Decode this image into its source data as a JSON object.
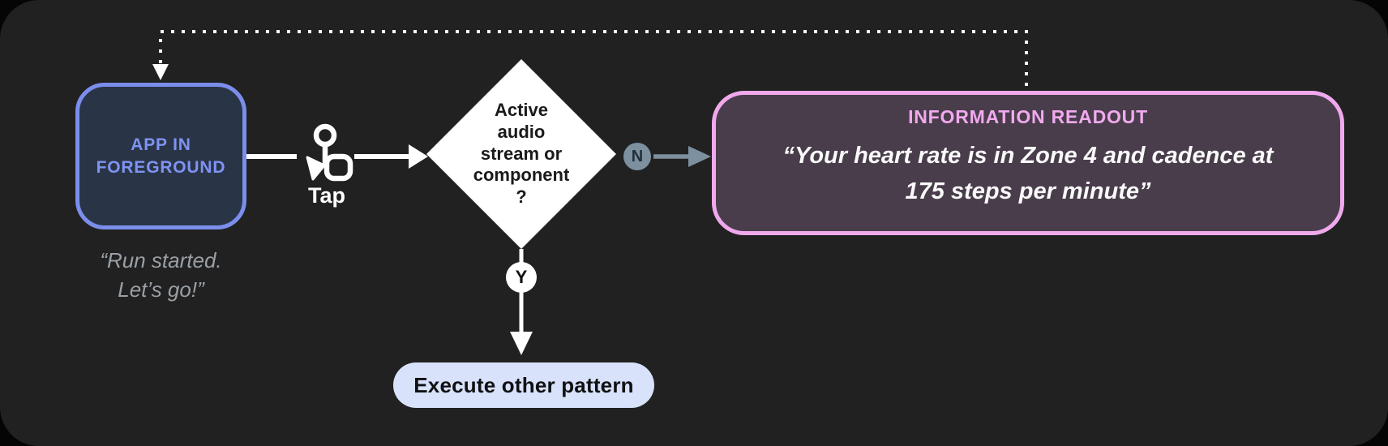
{
  "colors": {
    "page_bg": "#050505",
    "card_bg": "#212121",
    "blue_node_border": "#7B8EEB",
    "blue_node_fill": "#2A3447",
    "blue_node_text": "#7E93F2",
    "caption_text": "#9AA0A6",
    "connector_white": "#FFFFFF",
    "slate_branch": "#7D909F",
    "pink_border": "#EFA9EC",
    "pink_fill": "#493D4B",
    "pink_title_text": "#F1AAEE",
    "pill_fill": "#D8E2FB",
    "diamond_fill": "#FFFFFF"
  },
  "flow": {
    "app_node": {
      "label": "APP IN\nFOREGROUND",
      "caption": "“Run started.\nLet’s go!”"
    },
    "tap_action": {
      "label": "Tap"
    },
    "decision_node": {
      "label": "Active\naudio\nstream or\ncomponent\n?"
    },
    "no_badge": "N",
    "yes_badge": "Y",
    "readout_node": {
      "title": "INFORMATION READOUT",
      "quote": "“Your heart rate is in Zone 4 and cadence at\n175 steps per minute”"
    },
    "execute_node": {
      "label": "Execute other pattern"
    }
  }
}
